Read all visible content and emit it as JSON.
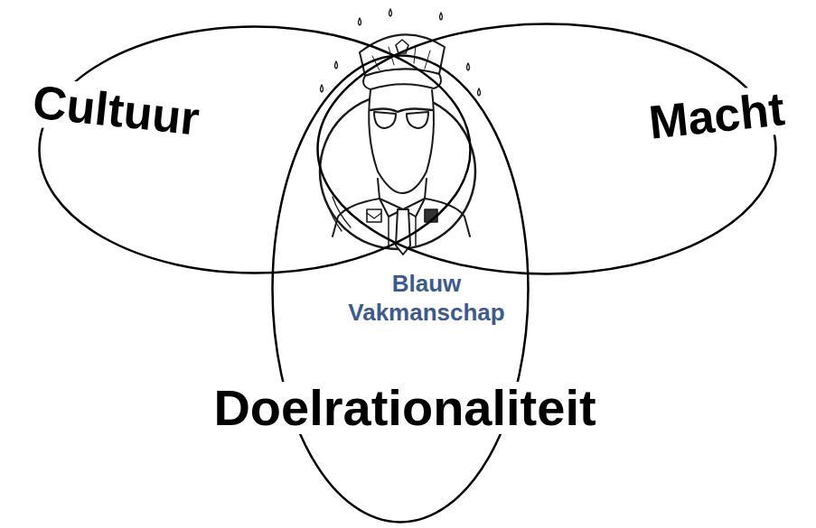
{
  "diagram": {
    "nodes": [
      {
        "text": [
          "Cultuur"
        ]
      },
      {
        "text": [
          "Macht"
        ]
      },
      {
        "text": [
          "Doelrationaliteit"
        ]
      }
    ],
    "labels": [
      "Blauw Vakmanschap"
    ]
  }
}
